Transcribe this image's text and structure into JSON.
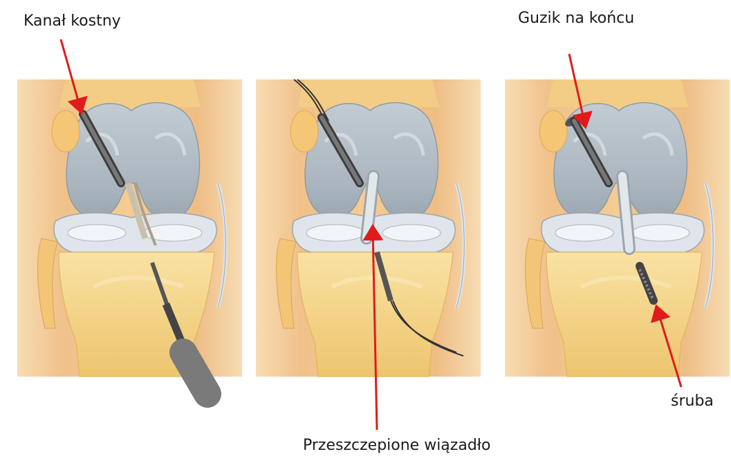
{
  "labels": {
    "bone_tunnel": "Kanał kostny",
    "button_end": "Guzik na końcu",
    "screw": "śruba",
    "grafted_ligament": "Przeszczepione wiązadło"
  },
  "colors": {
    "skin": "#f3c98f",
    "skin_edge": "#e8a866",
    "bone_yellow": "#f6d88a",
    "bone_shadow": "#e2b35c",
    "cartilage": "#b9c4cc",
    "cartilage_light": "#dfe5ea",
    "meniscus": "#e9eef2",
    "graft": "#d8dde2",
    "arrow": "#e01b1b"
  }
}
